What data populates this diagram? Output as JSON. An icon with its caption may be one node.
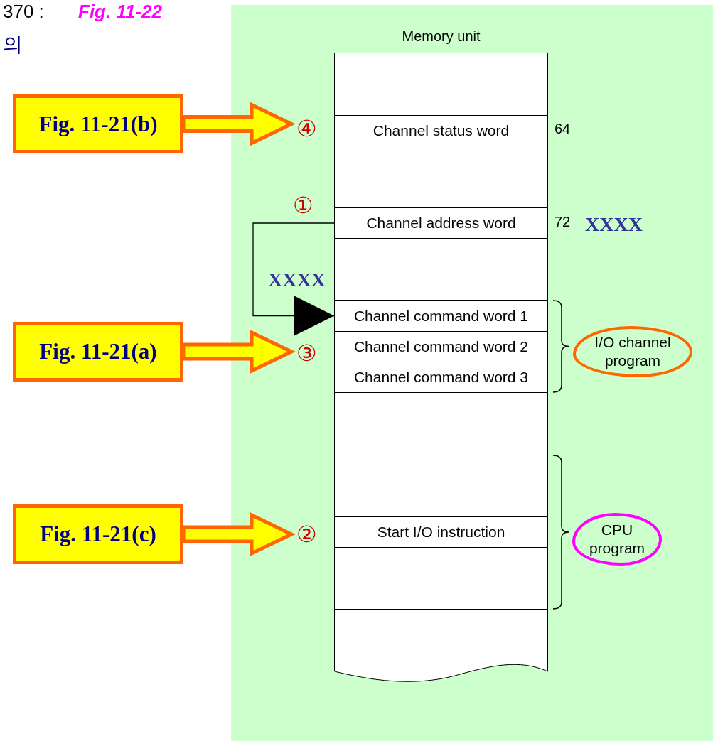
{
  "diagram": {
    "nodes": [
      {
        "text": [
          "Memory unit"
        ]
      },
      {
        "text": [],
        "shape": "box",
        "in": 0
      },
      {
        "text": [
          "Channel status word"
        ],
        "in": 0,
        "beside": [
          "64"
        ]
      },
      {
        "text": [],
        "shape": "box",
        "in": 0
      },
      {
        "text": [
          "Channel address word"
        ],
        "in": 0,
        "beside": [
          "72"
        ]
      },
      {
        "text": [],
        "shape": "box",
        "in": 0
      },
      {
        "text": [
          "Channel command word 1"
        ],
        "in": 0
      },
      {
        "text": [
          "Channel command word 2"
        ],
        "in": 0
      },
      {
        "text": [
          "Channel command word 3"
        ],
        "in": 0
      },
      {
        "text": [],
        "shape": "box",
        "in": 0
      },
      {
        "text": [],
        "shape": "box",
        "in": 0
      },
      {
        "text": [
          "Start I/O instruction"
        ],
        "in": 0
      },
      {
        "text": [],
        "shape": "box",
        "in": 0
      },
      {
        "text": [],
        "shape": "box",
        "in": 0
      },
      {
        "text": [
          "Fig. 11-21(b)"
        ]
      },
      {
        "text": [
          "④"
        ]
      },
      {
        "text": [
          "Fig. 11-21(a)"
        ]
      },
      {
        "text": [
          "③"
        ]
      },
      {
        "text": [
          "Fig. 11-21(c)"
        ]
      },
      {
        "text": [
          "②"
        ]
      },
      {
        "text": [
          "I/O channel program"
        ]
      },
      {
        "text": [
          "CPU program"
        ]
      }
    ],
    "edges": [
      {
        "from": 14,
        "to": 15,
        "arrow": "to",
        "style": "thick"
      },
      {
        "from": 4,
        "to": 6,
        "arrow": "to",
        "label": "XXXX"
      },
      {
        "from": 16,
        "to": 17,
        "arrow": "to",
        "style": "thick"
      },
      {
        "from": 18,
        "to": 19,
        "arrow": "to",
        "style": "thick"
      }
    ],
    "labels": [
      "370 :",
      "Fig. 11-22",
      "의",
      "①",
      "XXXX"
    ]
  }
}
